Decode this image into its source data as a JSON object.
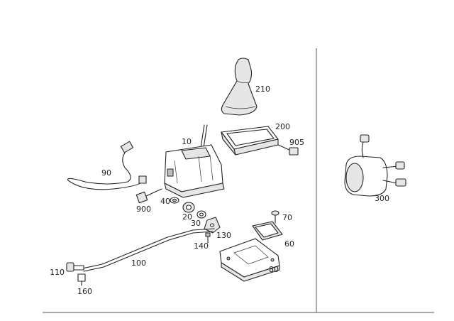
{
  "labels": {
    "p10": "10",
    "p20": "20",
    "p30": "30",
    "p40": "40",
    "p60": "60",
    "p70": "70",
    "p80": "80",
    "p90": "90",
    "p100": "100",
    "p110": "110",
    "p130": "130",
    "p140": "140",
    "p160": "160",
    "p200": "200",
    "p210": "210",
    "p300": "300",
    "p900": "900",
    "p905": "905"
  },
  "colors": {
    "line": "#222222",
    "fill": "#ffffff",
    "shade": "#e6e6e6",
    "rule": "#555555"
  }
}
